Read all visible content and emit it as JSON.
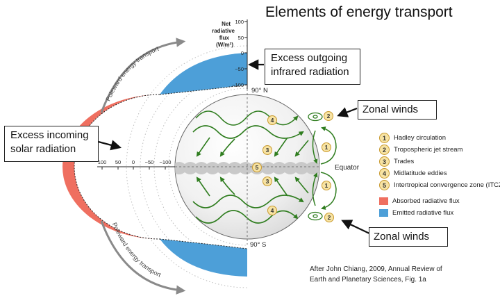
{
  "title": "Elements of energy transport",
  "axis": {
    "label": [
      "Net",
      "radiative",
      "flux",
      "(W/m²)"
    ],
    "vertical_ticks": [
      "100",
      "50",
      "0",
      "−50",
      "−100"
    ],
    "horizontal_ticks": [
      "100",
      "50",
      "0",
      "−50",
      "−100"
    ]
  },
  "poles": {
    "north": "90° N",
    "south": "90° S"
  },
  "equator_label": "Equator",
  "poleward_label": "Poleward energy transport",
  "callouts": {
    "outgoing": [
      "Excess outgoing",
      "infrared radiation"
    ],
    "incoming": [
      "Excess incoming",
      "solar radiation"
    ],
    "zonal_top": "Zonal winds",
    "zonal_bottom": "Zonal winds"
  },
  "legend": {
    "items": [
      {
        "num": "1",
        "label": "Hadley circulation"
      },
      {
        "num": "2",
        "label": "Tropospheric jet stream"
      },
      {
        "num": "3",
        "label": "Trades"
      },
      {
        "num": "4",
        "label": "Midlatitude eddies"
      },
      {
        "num": "5",
        "label": "Intertropical convergence zone (ITCZ)"
      }
    ],
    "absorbed": {
      "label": "Absorbed radiative flux",
      "color": "#ef6f60"
    },
    "emitted": {
      "label": "Emitted radiative flux",
      "color": "#4d9fd8"
    }
  },
  "citation": [
    "After John Chiang, 2009,  Annual Review of",
    "Earth and Planetary Sciences, Fig. 1a"
  ],
  "colors": {
    "wind_arrows": "#2f7d1f",
    "marker_fill": "#f7e3a3",
    "marker_stroke": "#c99a2e"
  }
}
